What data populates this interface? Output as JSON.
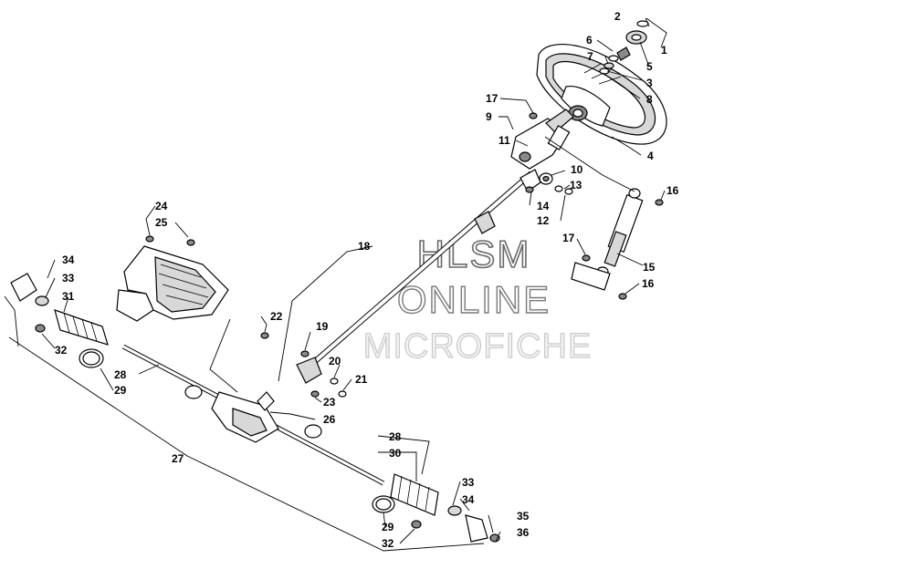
{
  "watermark": {
    "line1": "HLSM",
    "line2": "ONLINE",
    "line3": "MICROFICHE"
  },
  "callouts": {
    "c1": "1",
    "c2": "2",
    "c3": "3",
    "c4": "4",
    "c5": "5",
    "c6": "6",
    "c7": "7",
    "c8": "8",
    "c9": "9",
    "c10": "10",
    "c11": "11",
    "c12": "12",
    "c13": "13",
    "c14": "14",
    "c15": "15",
    "c16a": "16",
    "c16b": "16",
    "c17a": "17",
    "c17b": "17",
    "c18": "18",
    "c19": "19",
    "c20": "20",
    "c21": "21",
    "c22": "22",
    "c23": "23",
    "c24": "24",
    "c25": "25",
    "c26": "26",
    "c27": "27",
    "c28a": "28",
    "c28b": "28",
    "c29a": "29",
    "c29b": "29",
    "c30": "30",
    "c31": "31",
    "c32a": "32",
    "c32b": "32",
    "c33a": "33",
    "c33b": "33",
    "c34a": "34",
    "c34b": "34",
    "c35": "35",
    "c36": "36"
  }
}
